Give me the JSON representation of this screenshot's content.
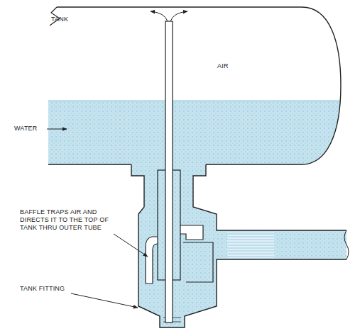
{
  "diagram": {
    "labels": [
      "TANK",
      "AIR",
      "WATER",
      "BAFFLE TRAPS AIR AND DIRECTS IT TO THE TOP OF TANK THRU OUTER TUBE",
      "TANK FITTING"
    ]
  }
}
